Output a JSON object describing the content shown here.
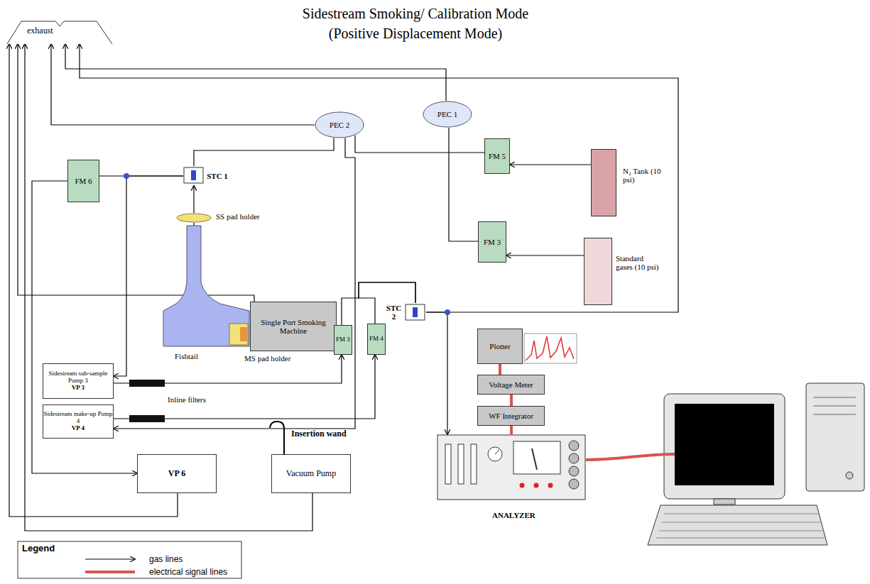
{
  "diagram": {
    "title": "Sidestream Smoking/ Calibration Mode",
    "nodes": [
      {
        "text": [
          "exhaust"
        ]
      },
      {
        "text": [
          "PEC 2"
        ]
      },
      {
        "text": [
          "PEC 1"
        ]
      },
      {
        "text": [
          "FM 6"
        ]
      },
      {
        "text": [
          "STC 1"
        ]
      },
      {
        "text": [
          "SS pad holder"
        ]
      },
      {
        "text": [
          "FM 5"
        ]
      },
      {
        "text": [
          "N₂ Tank (10 psi)"
        ]
      },
      {
        "text": [
          "FM 3"
        ]
      },
      {
        "text": [
          "Standard gases (10 psi)"
        ]
      },
      {
        "text": [
          "Fishtail"
        ]
      },
      {
        "text": [
          "Single Port Smoking Machine"
        ]
      },
      {
        "text": [
          "MS pad holder"
        ]
      },
      {
        "text": [
          "STC 2"
        ]
      },
      {
        "text": [
          "FM 3"
        ]
      },
      {
        "text": [
          "FM 4"
        ]
      },
      {
        "text": [
          "Sidestream sub-sample Pump 3",
          "VP 3"
        ]
      },
      {
        "text": [
          "Sidestream make-up Pump 4",
          "VP 4"
        ]
      },
      {
        "text": [
          "VP 6"
        ]
      },
      {
        "text": [
          "Vacuum Pump"
        ]
      },
      {
        "text": [
          "Plotter"
        ]
      },
      {
        "text": [
          "Voltage Meter"
        ]
      },
      {
        "text": [
          "WF Integrator"
        ]
      },
      {
        "text": [
          "ANALYZER"
        ]
      }
    ],
    "edges": [
      {
        "from": 7,
        "to": 6,
        "arrow": "to"
      },
      {
        "from": 9,
        "to": 8,
        "arrow": "to"
      },
      {
        "from": 6,
        "to": 1,
        "arrow": "none"
      },
      {
        "from": 8,
        "to": 2,
        "arrow": "none"
      },
      {
        "from": 2,
        "to": 0,
        "arrow": "to"
      },
      {
        "from": 13,
        "to": 0,
        "arrow": "to"
      },
      {
        "from": 1,
        "to": 0,
        "arrow": "to"
      },
      {
        "from": 1,
        "to": 4,
        "arrow": "none"
      },
      {
        "from": 5,
        "to": 4,
        "arrow": "to"
      },
      {
        "from": 4,
        "to": 3,
        "arrow": "none"
      },
      {
        "from": 10,
        "to": 5,
        "arrow": "none"
      },
      {
        "from": 11,
        "to": 0,
        "arrow": "to"
      },
      {
        "from": 4,
        "to": 16,
        "arrow": "to"
      },
      {
        "from": 3,
        "to": 18,
        "arrow": "to"
      },
      {
        "from": 18,
        "to": 0,
        "arrow": "to"
      },
      {
        "from": 19,
        "to": 0,
        "arrow": "to"
      },
      {
        "from": 16,
        "to": 14,
        "arrow": "to"
      },
      {
        "from": 17,
        "to": 15,
        "arrow": "to"
      },
      {
        "from": 1,
        "to": 17,
        "arrow": "to"
      },
      {
        "from": 14,
        "to": 13,
        "arrow": "none"
      },
      {
        "from": 15,
        "to": 13,
        "arrow": "none"
      },
      {
        "from": 13,
        "to": 23,
        "arrow": "to"
      },
      {
        "from": 23,
        "to": 22,
        "arrow": "none"
      },
      {
        "from": 22,
        "to": 21,
        "arrow": "none"
      },
      {
        "from": 21,
        "to": 20,
        "arrow": "none"
      }
    ],
    "labels": [
      "(Positive Displacement Mode)",
      "Inline filters",
      "Insertion wand",
      "Legend"
    ],
    "legend": [
      {
        "text": "gas lines"
      },
      {
        "text": "electrical signal lines"
      }
    ]
  }
}
